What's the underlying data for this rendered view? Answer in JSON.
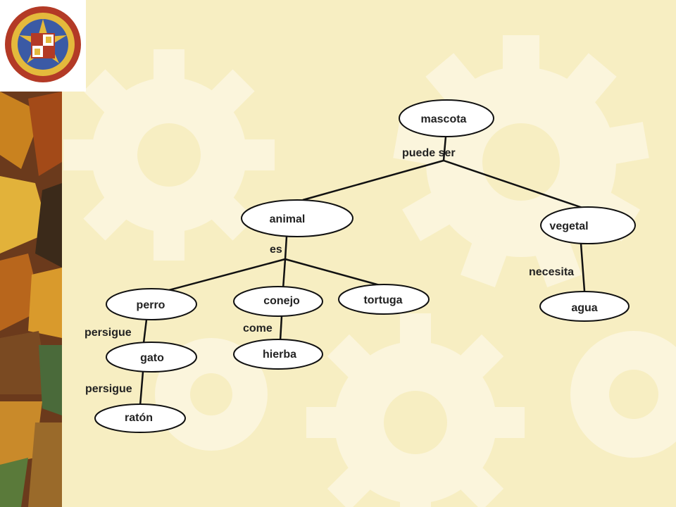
{
  "colors": {
    "background": "#f7eec2",
    "gear": "#fbf5dc",
    "node_fill": "#ffffff",
    "line": "#111111",
    "text": "#222222",
    "logo_ring": "#b33a26",
    "logo_gold": "#e4b93c",
    "logo_blue": "#3b5aa5"
  },
  "logo": {
    "type": "seal",
    "icon": "university-seal-icon"
  },
  "nodes": {
    "mascota": "mascota",
    "animal": "animal",
    "vegetal": "vegetal",
    "perro": "perro",
    "conejo": "conejo",
    "tortuga": "tortuga",
    "agua": "agua",
    "gato": "gato",
    "hierba": "hierba",
    "raton": "ratón"
  },
  "edge_labels": {
    "puede_ser": "puede ser",
    "es": "es",
    "necesita": "necesita",
    "come": "come",
    "persigue_1": "persigue",
    "persigue_2": "persigue"
  }
}
